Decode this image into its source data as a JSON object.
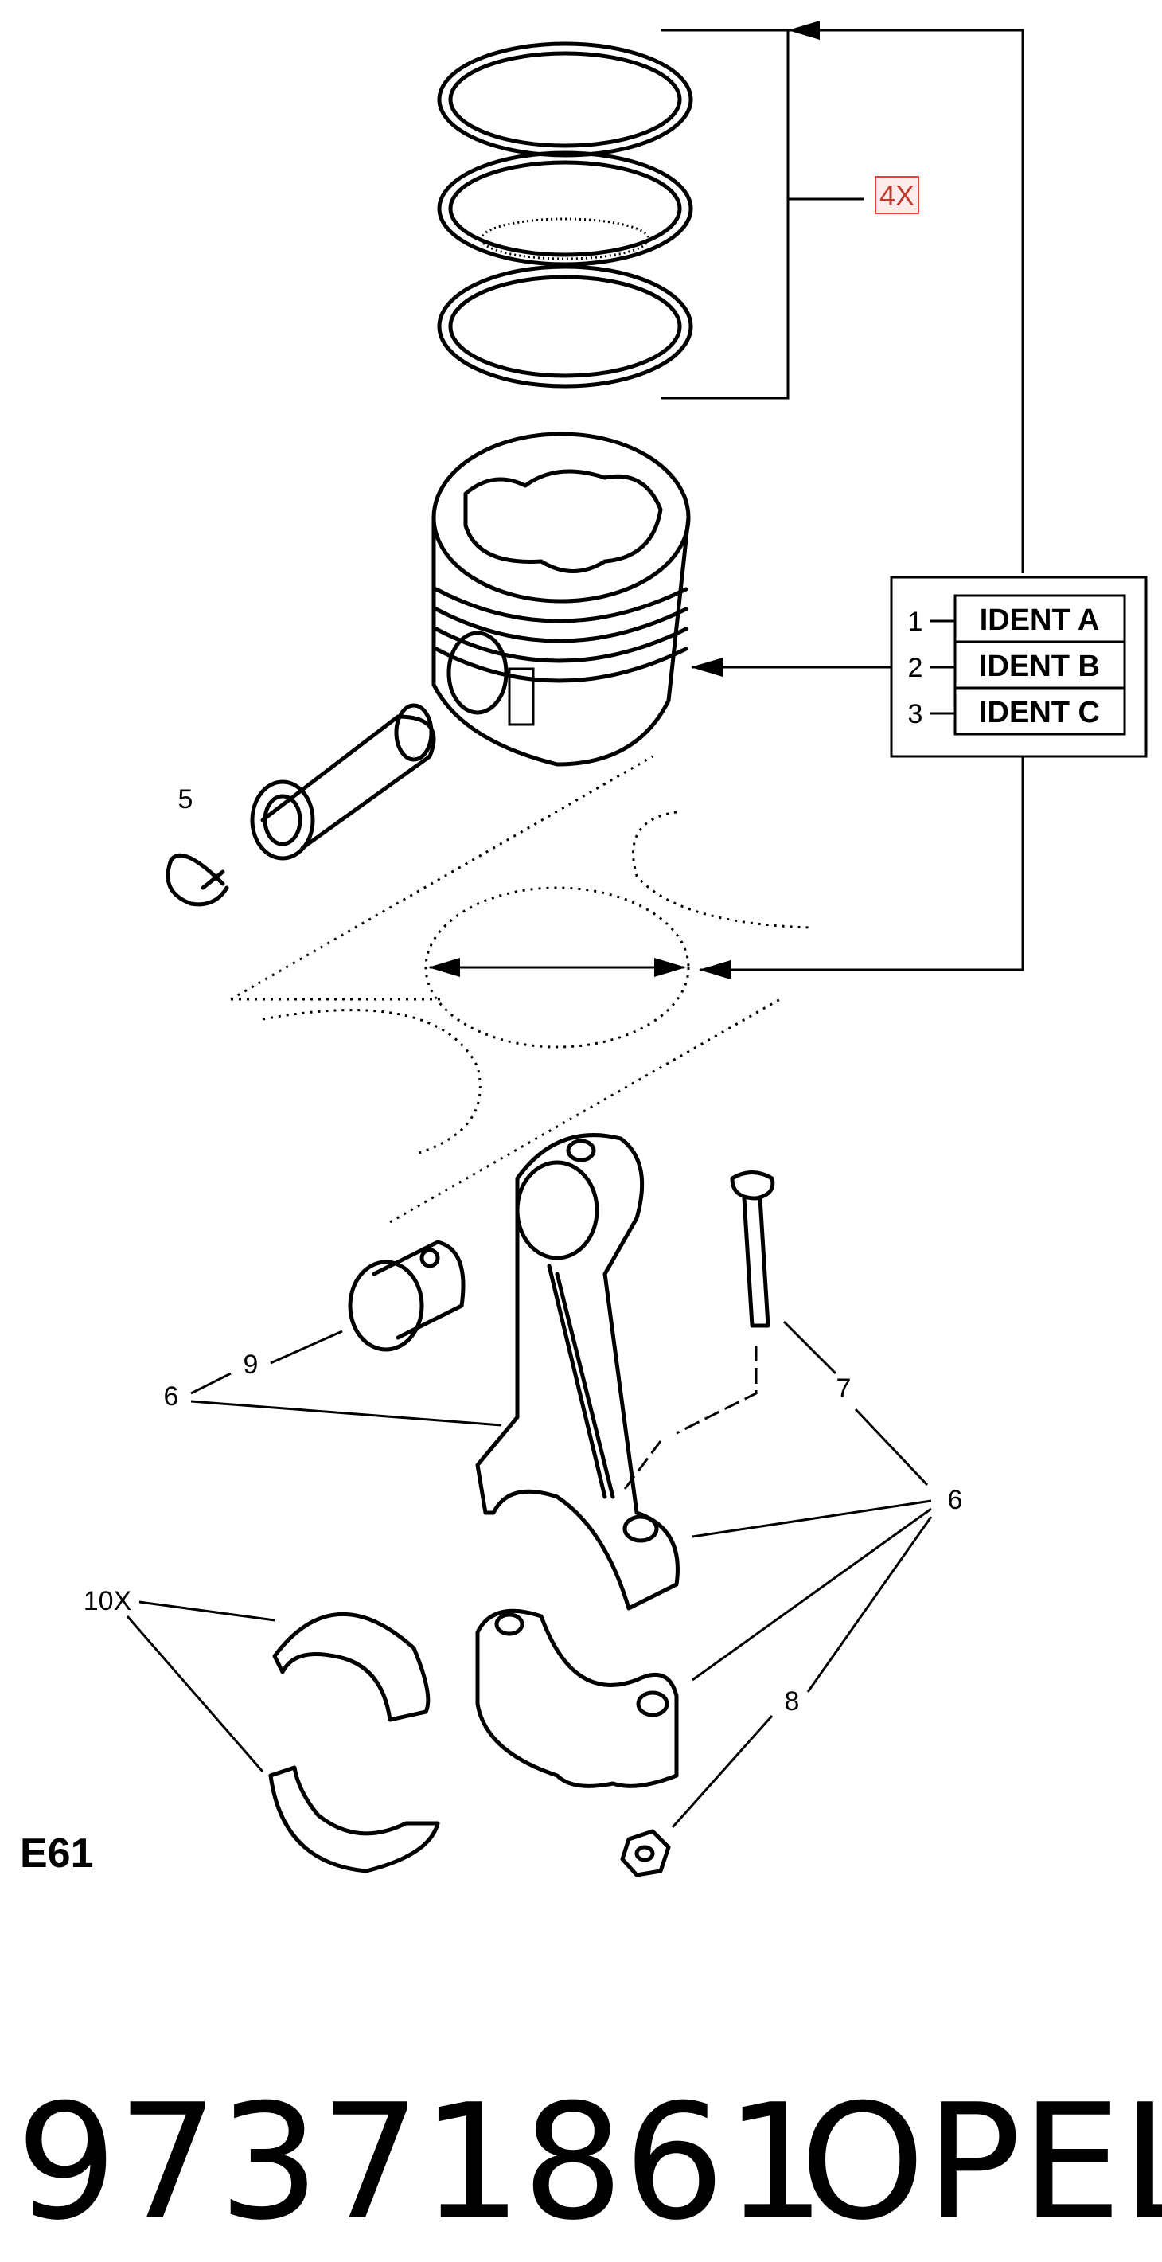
{
  "callouts": {
    "qty_rings": "4X",
    "item_5": "5",
    "item_9": "9",
    "item_6a": "6",
    "item_7": "7",
    "item_6b": "6",
    "item_8": "8",
    "item_10x": "10X"
  },
  "ident_table": {
    "rows": [
      {
        "num": "1",
        "label": "IDENT A"
      },
      {
        "num": "2",
        "label": "IDENT B"
      },
      {
        "num": "3",
        "label": "IDENT C"
      }
    ]
  },
  "figure_code": "E61",
  "part_number": "97371861",
  "brand": "OPEL",
  "colors": {
    "qty_box": "#e04040",
    "line": "#000000"
  }
}
